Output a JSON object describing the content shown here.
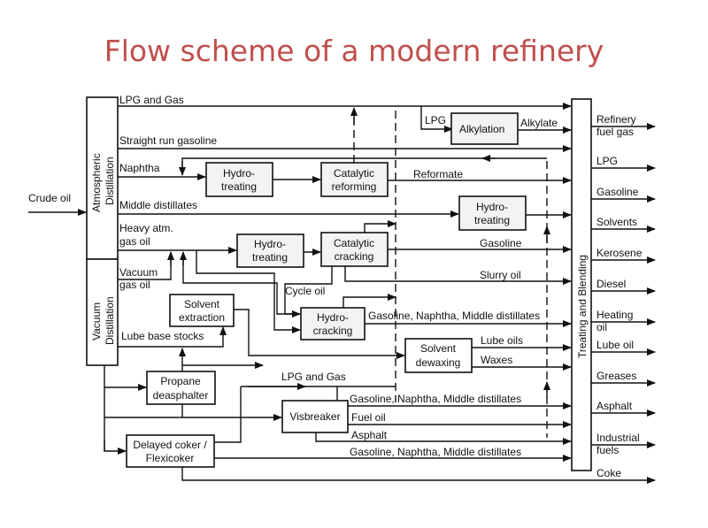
{
  "title": "Flow scheme of a modern refinery",
  "feed": "Crude oil",
  "units": {
    "atmospheric_distillation": "Atmospheric Distillation",
    "atm_line1": "Atmospheric",
    "atm_line2": "Distillation",
    "vac_line1": "Vacuum",
    "vac_line2": "Distillation",
    "treating_blending": "Treating and Blending",
    "hydrotreating1": [
      "Hydro-",
      "treating"
    ],
    "catalytic_reforming": [
      "Catalytic",
      "reforming"
    ],
    "alkylation": "Alkylation",
    "hydrotreating2": [
      "Hydro-",
      "treating"
    ],
    "hydrotreating3": [
      "Hydro-",
      "treating"
    ],
    "catalytic_cracking": [
      "Catalytic",
      "cracking"
    ],
    "hydrocracking": [
      "Hydro-",
      "cracking"
    ],
    "solvent_extraction": [
      "Solvent",
      "extraction"
    ],
    "solvent_dewaxing": [
      "Solvent",
      "dewaxing"
    ],
    "propane_deasphalter": [
      "Propane",
      "deasphalter"
    ],
    "visbreaker": "Visbreaker",
    "delayed_coker": [
      "Delayed coker /",
      "Flexicoker"
    ]
  },
  "streams": {
    "lpg_gas_top": "LPG and Gas",
    "straight_run_gasoline": "Straight run gasoline",
    "naphtha": "Naphtha",
    "middle_distillates": "Middle distillates",
    "heavy_atm_gas_oil": [
      "Heavy atm.",
      "gas oil"
    ],
    "vacuum_gas_oil": [
      "Vacuum",
      "gas oil"
    ],
    "lube_base_stocks": "Lube base stocks",
    "lpg": "LPG",
    "alkylate": "Alkylate",
    "reformate": "Reformate",
    "gasoline_fcc": "Gasoline",
    "slurry_oil": "Slurry oil",
    "cycle_oil": "Cycle oil",
    "hc_products": "Gasoline, Naphtha, Middle distillates",
    "lube_oils": "Lube oils",
    "waxes": "Waxes",
    "lpg_gas_lower": "LPG and Gas",
    "vb_products": "Gasoline, Naphtha, Middle distillates",
    "fuel_oil": "Fuel oil",
    "asphalt_stream": "Asphalt",
    "coker_products": "Gasoline, Naphtha, Middle distillates"
  },
  "products": [
    [
      "Refinery",
      "fuel gas"
    ],
    [
      "LPG"
    ],
    [
      "Gasoline"
    ],
    [
      "Solvents"
    ],
    [
      "Kerosene"
    ],
    [
      "Diesel"
    ],
    [
      "Heating",
      "oil"
    ],
    [
      "Lube oil"
    ],
    [
      "Greases"
    ],
    [
      "Asphalt"
    ],
    [
      "Industrial",
      "fuels"
    ],
    [
      "Coke"
    ]
  ]
}
